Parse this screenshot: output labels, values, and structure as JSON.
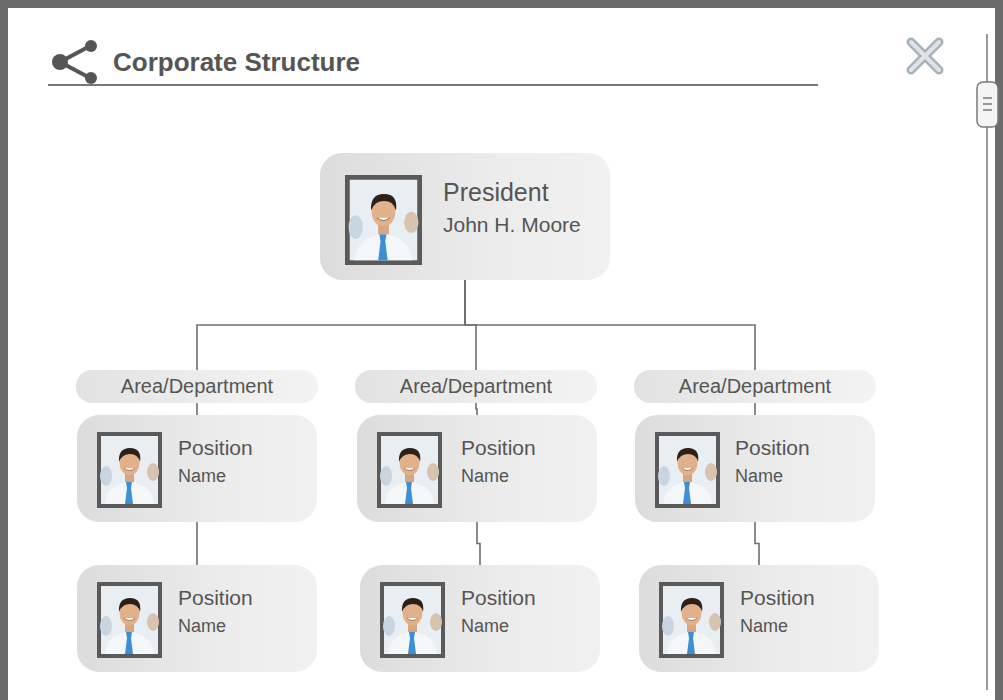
{
  "diagram": {
    "title": "Corporate Structure",
    "nodes": [
      {
        "text": [
          "President",
          "John H. Moore"
        ]
      },
      {
        "text": [
          "Area/Department"
        ]
      },
      {
        "text": [
          "Area/Department"
        ]
      },
      {
        "text": [
          "Area/Department"
        ]
      },
      {
        "text": [
          "Position",
          "Name"
        ]
      },
      {
        "text": [
          "Position",
          "Name"
        ]
      },
      {
        "text": [
          "Position",
          "Name"
        ]
      },
      {
        "text": [
          "Position",
          "Name"
        ]
      },
      {
        "text": [
          "Position",
          "Name"
        ]
      },
      {
        "text": [
          "Position",
          "Name"
        ]
      }
    ],
    "edges": [
      {
        "from": 0,
        "to": 1,
        "arrow": "none"
      },
      {
        "from": 0,
        "to": 2,
        "arrow": "none"
      },
      {
        "from": 0,
        "to": 3,
        "arrow": "none"
      },
      {
        "from": 1,
        "to": 4,
        "arrow": "none"
      },
      {
        "from": 2,
        "to": 5,
        "arrow": "none"
      },
      {
        "from": 3,
        "to": 6,
        "arrow": "none"
      },
      {
        "from": 4,
        "to": 7,
        "arrow": "none"
      },
      {
        "from": 5,
        "to": 8,
        "arrow": "none"
      },
      {
        "from": 6,
        "to": 9,
        "arrow": "none"
      }
    ]
  }
}
